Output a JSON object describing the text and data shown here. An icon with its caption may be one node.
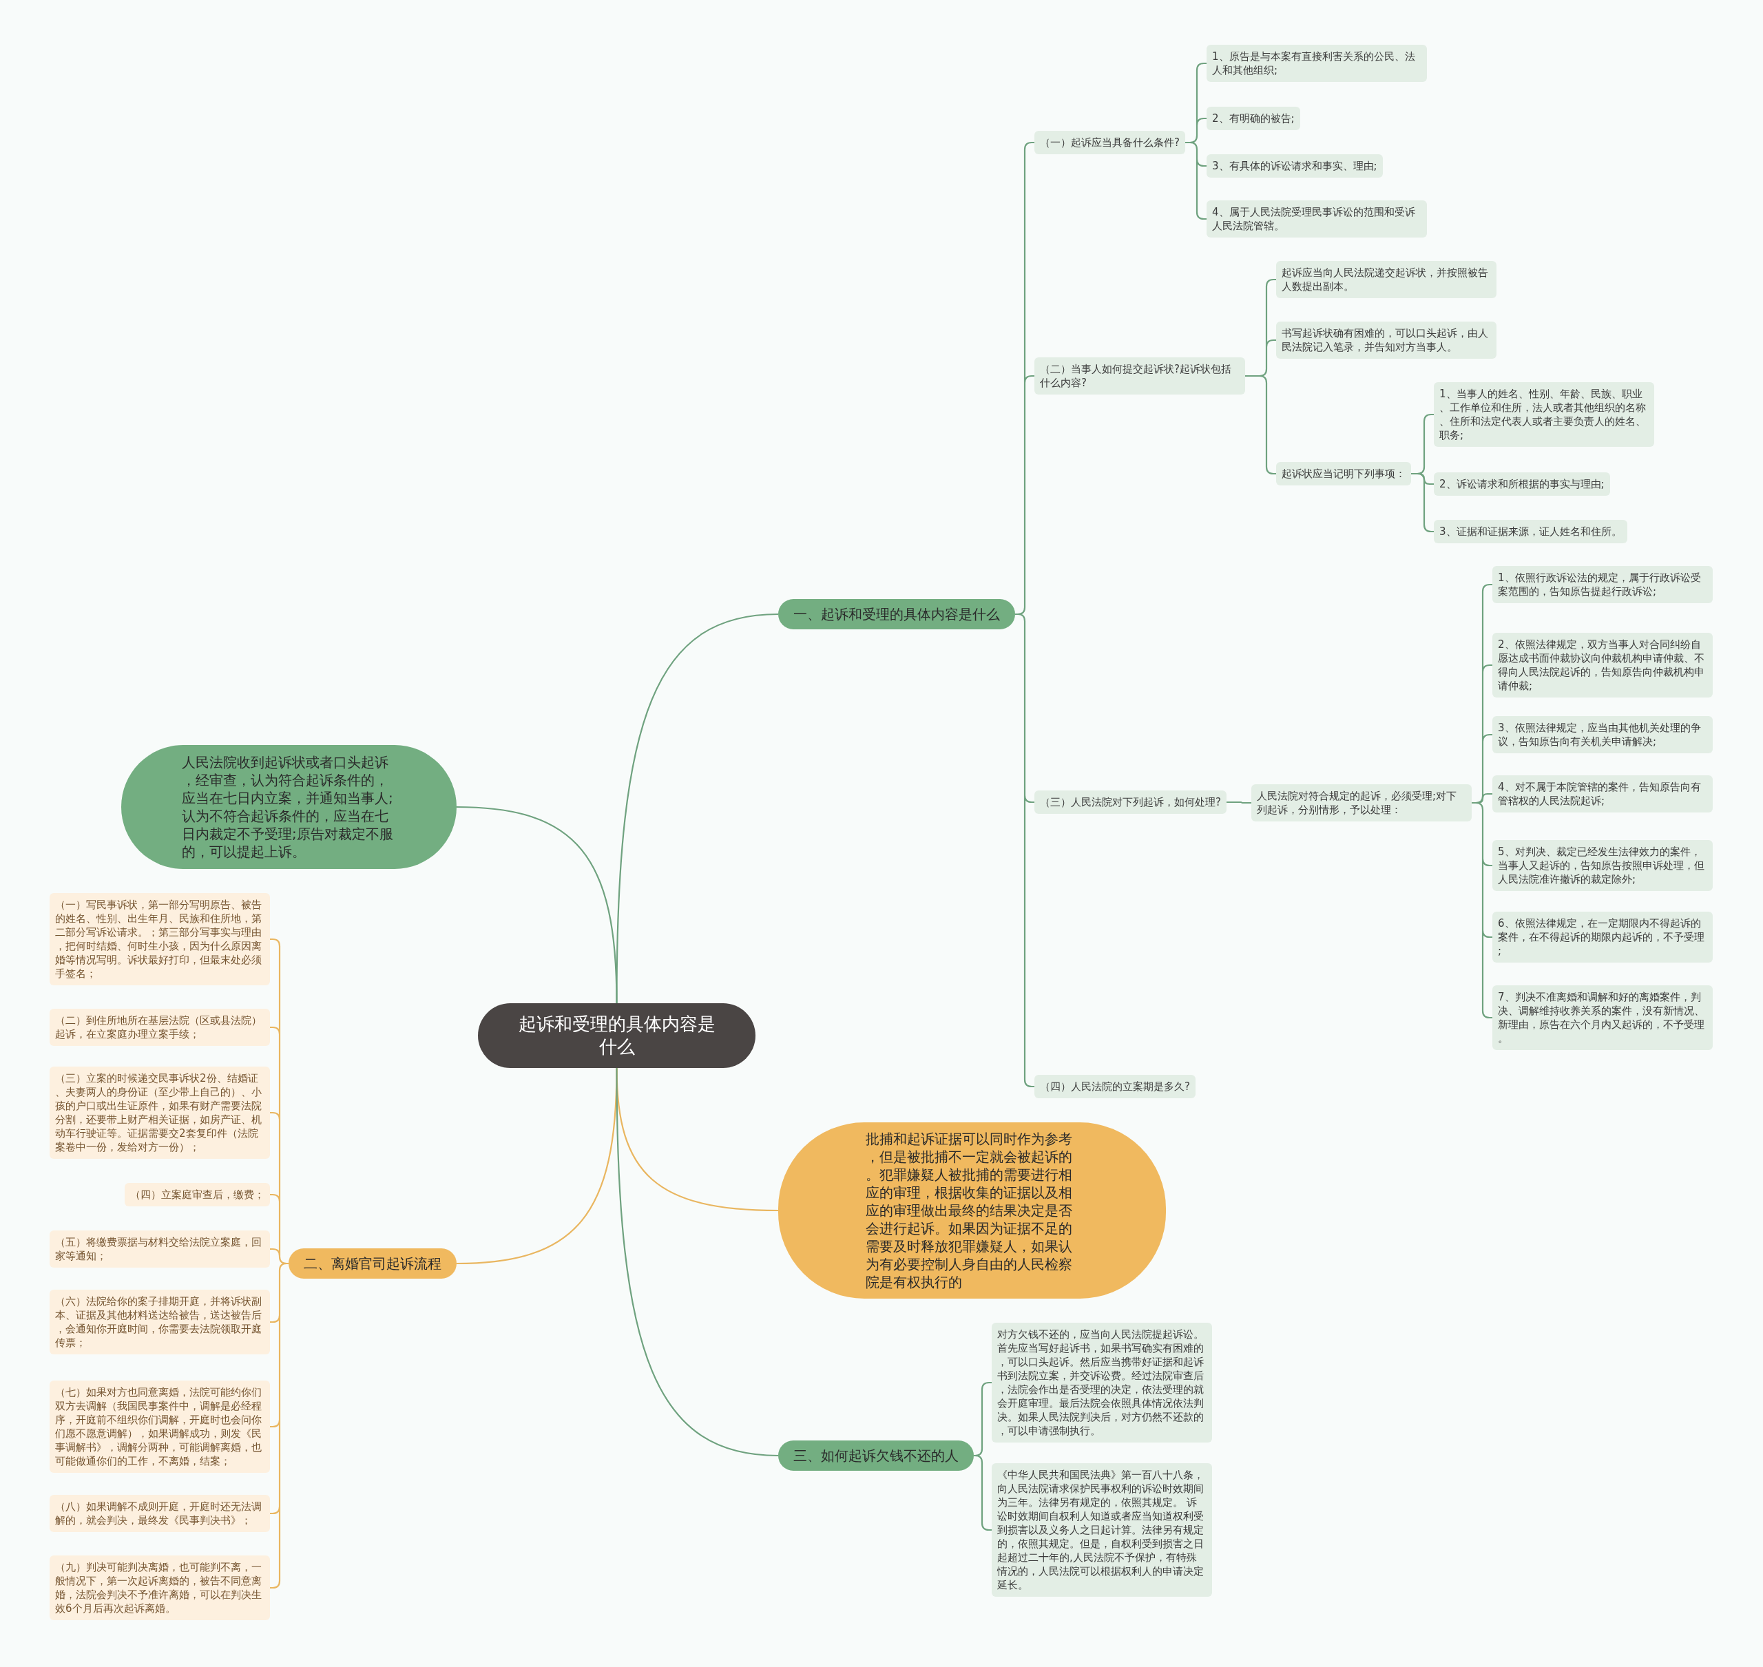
{
  "diagram": {
    "nodes": [
      {
        "text": [
          "起诉和受理的具体内容是什么"
        ]
      },
      {
        "text": [
          "一、起诉和受理的具体内容是什么"
        ]
      },
      {
        "text": [
          "（一）起诉应当具备什么条件?"
        ]
      },
      {
        "text": [
          "1、原告是与本案有直接利害关系的公民、法人和其他组织;"
        ]
      },
      {
        "text": [
          "2、有明确的被告;"
        ]
      },
      {
        "text": [
          "3、有具体的诉讼请求和事实、理由;"
        ]
      },
      {
        "text": [
          "4、属于人民法院受理民事诉讼的范围和受诉人民法院管辖。"
        ]
      },
      {
        "text": [
          "（二）当事人如何提交起诉状?起诉状包括什么内容?"
        ]
      },
      {
        "text": [
          "起诉应当向人民法院递交起诉状，并按照被告人数提出副本。"
        ]
      },
      {
        "text": [
          "书写起诉状确有困难的，可以口头起诉，由人民法院记入笔录，并告知对方当事人。"
        ]
      },
      {
        "text": [
          "起诉状应当记明下列事项："
        ]
      },
      {
        "text": [
          "1、当事人的姓名、性别、年龄、民族、职业、工作单位和住所，法人或者其他组织的名称、住所和法定代表人或者主要负责人的姓名、职务;"
        ]
      },
      {
        "text": [
          "2、诉讼请求和所根据的事实与理由;"
        ]
      },
      {
        "text": [
          "3、证据和证据来源，证人姓名和住所。"
        ]
      },
      {
        "text": [
          "（三）人民法院对下列起诉，如何处理?"
        ]
      },
      {
        "text": [
          "人民法院对符合规定的起诉，必须受理;对下列起诉，分别情形，予以处理："
        ]
      },
      {
        "text": [
          "1、依照行政诉讼法的规定，属于行政诉讼受案范围的，告知原告提起行政诉讼;"
        ]
      },
      {
        "text": [
          "2、依照法律规定，双方当事人对合同纠纷自愿达成书面仲裁协议向仲裁机构申请仲裁、不得向人民法院起诉的，告知原告向仲裁机构申请仲裁;"
        ]
      },
      {
        "text": [
          "3、依照法律规定，应当由其他机关处理的争议，告知原告向有关机关申请解决;"
        ]
      },
      {
        "text": [
          "4、对不属于本院管辖的案件，告知原告向有管辖权的人民法院起诉;"
        ]
      },
      {
        "text": [
          "5、对判决、裁定已经发生法律效力的案件，当事人又起诉的，告知原告按照申诉处理，但人民法院准许撤诉的裁定除外;"
        ]
      },
      {
        "text": [
          "6、依照法律规定，在一定期限内不得起诉的案件，在不得起诉的期限内起诉的，不予受理;"
        ]
      },
      {
        "text": [
          "7、判决不准离婚和调解和好的离婚案件，判决、调解维持收养关系的案件，没有新情况、新理由，原告在六个月内又起诉的，不予受理。"
        ]
      },
      {
        "text": [
          "（四）人民法院的立案期是多久?"
        ]
      },
      {
        "text": [
          "人民法院收到起诉状或者口头起诉，经审查，认为符合起诉条件的，应当在七日内立案，并通知当事人;认为不符合起诉条件的，应当在七日内裁定不予受理;原告对裁定不服的，可以提起上诉。"
        ]
      },
      {
        "text": [
          "二、离婚官司起诉流程"
        ]
      },
      {
        "text": [
          "（一）写民事诉状，第一部分写明原告、被告的姓名、性别、出生年月、民族和住所地，第二部分写诉讼请求。；第三部分写事实与理由，把何时结婚、何时生小孩，因为什么原因离婚等情况写明。诉状最好打印，但最末处必须手签名；"
        ]
      },
      {
        "text": [
          "（二）到住所地所在基层法院（区或县法院）起诉，在立案庭办理立案手续；"
        ]
      },
      {
        "text": [
          "（三）立案的时候递交民事诉状2份、结婚证、夫妻两人的身份证（至少带上自己的）、小孩的户口或出生证原件，如果有财产需要法院分割，还要带上财产相关证据，如房产证、机动车行驶证等。证据需要交2套复印件（法院案卷中一份，发给对方一份）；"
        ]
      },
      {
        "text": [
          "（四）立案庭审查后，缴费；"
        ]
      },
      {
        "text": [
          "（五）将缴费票据与材料交给法院立案庭，回家等通知；"
        ]
      },
      {
        "text": [
          "（六）法院给你的案子排期开庭，并将诉状副本、证据及其他材料送达给被告，送达被告后，会通知你开庭时间，你需要去法院领取开庭传票；"
        ]
      },
      {
        "text": [
          "（七）如果对方也同意离婚，法院可能约你们双方去调解（我国民事案件中，调解是必经程序，开庭前不组织你们调解，开庭时也会问你们愿不愿意调解），如果调解成功，则发《民事调解书》，调解分两种，可能调解离婚，也可能做通你们的工作，不离婚，结案；"
        ]
      },
      {
        "text": [
          "（八）如果调解不成则开庭，开庭时还无法调解的，就会判决，最终发《民事判决书》；"
        ]
      },
      {
        "text": [
          "（九）判决可能判决离婚，也可能判不离，一般情况下，第一次起诉离婚的，被告不同意离婚，法院会判决不予准许离婚，可以在判决生效6个月后再次起诉离婚。"
        ]
      },
      {
        "text": [
          "批捕和起诉证据可以同时作为参考，但是被批捕不一定就会被起诉的。犯罪嫌疑人被批捕的需要进行相应的审理，根据收集的证据以及相应的审理做出最终的结果决定是否会进行起诉。如果因为证据不足的需要及时释放犯罪嫌疑人，如果认为有必要控制人身自由的人民检察院是有权执行的"
        ]
      },
      {
        "text": [
          "三、如何起诉欠钱不还的人"
        ]
      },
      {
        "text": [
          "对方欠钱不还的，应当向人民法院提起诉讼。首先应当写好起诉书，如果书写确实有困难的，可以口头起诉。然后应当携带好证据和起诉书到法院立案，并交诉讼费。经过法院审查后，法院会作出是否受理的决定，依法受理的就会开庭审理。最后法院会依照具体情况依法判决。如果人民法院判决后，对方仍然不还款的，可以申请强制执行。"
        ]
      },
      {
        "text": [
          "《中华人民共和国民法典》第一百八十八条，向人民法院请求保护民事权利的诉讼时效期间为三年。法律另有规定的，依照其规定。 诉讼时效期间自权利人知道或者应当知道权利受到损害以及义务人之日起计算。法律另有规定的，依照其规定。但是，自权利受到损害之日起超过二十年的,人民法院不予保护，有特殊情况的，人民法院可以根据权利人的申请决定延长。"
        ]
      }
    ],
    "edges": [
      {
        "from": 0,
        "to": 1,
        "arrow": "none"
      },
      {
        "from": 1,
        "to": 2,
        "arrow": "none"
      },
      {
        "from": 2,
        "to": 3,
        "arrow": "none"
      },
      {
        "from": 2,
        "to": 4,
        "arrow": "none"
      },
      {
        "from": 2,
        "to": 5,
        "arrow": "none"
      },
      {
        "from": 2,
        "to": 6,
        "arrow": "none"
      },
      {
        "from": 1,
        "to": 7,
        "arrow": "none"
      },
      {
        "from": 7,
        "to": 8,
        "arrow": "none"
      },
      {
        "from": 7,
        "to": 9,
        "arrow": "none"
      },
      {
        "from": 7,
        "to": 10,
        "arrow": "none"
      },
      {
        "from": 10,
        "to": 11,
        "arrow": "none"
      },
      {
        "from": 10,
        "to": 12,
        "arrow": "none"
      },
      {
        "from": 10,
        "to": 13,
        "arrow": "none"
      },
      {
        "from": 1,
        "to": 14,
        "arrow": "none"
      },
      {
        "from": 14,
        "to": 15,
        "arrow": "none"
      },
      {
        "from": 15,
        "to": 16,
        "arrow": "none"
      },
      {
        "from": 15,
        "to": 17,
        "arrow": "none"
      },
      {
        "from": 15,
        "to": 18,
        "arrow": "none"
      },
      {
        "from": 15,
        "to": 19,
        "arrow": "none"
      },
      {
        "from": 15,
        "to": 20,
        "arrow": "none"
      },
      {
        "from": 15,
        "to": 21,
        "arrow": "none"
      },
      {
        "from": 15,
        "to": 22,
        "arrow": "none"
      },
      {
        "from": 1,
        "to": 23,
        "arrow": "none"
      },
      {
        "from": 0,
        "to": 24,
        "arrow": "none"
      },
      {
        "from": 0,
        "to": 25,
        "arrow": "none",
        "color": "#e9b660"
      },
      {
        "from": 25,
        "to": 26,
        "arrow": "none",
        "color": "#e9b660"
      },
      {
        "from": 25,
        "to": 27,
        "arrow": "none",
        "color": "#e9b660"
      },
      {
        "from": 25,
        "to": 28,
        "arrow": "none",
        "color": "#e9b660"
      },
      {
        "from": 25,
        "to": 29,
        "arrow": "none",
        "color": "#e9b660"
      },
      {
        "from": 25,
        "to": 30,
        "arrow": "none",
        "color": "#e9b660"
      },
      {
        "from": 25,
        "to": 31,
        "arrow": "none",
        "color": "#e9b660"
      },
      {
        "from": 25,
        "to": 32,
        "arrow": "none",
        "color": "#e9b660"
      },
      {
        "from": 25,
        "to": 33,
        "arrow": "none",
        "color": "#e9b660"
      },
      {
        "from": 25,
        "to": 34,
        "arrow": "none",
        "color": "#e9b660"
      },
      {
        "from": 0,
        "to": 35,
        "arrow": "none",
        "color": "#e9b660"
      },
      {
        "from": 0,
        "to": 36,
        "arrow": "none"
      },
      {
        "from": 36,
        "to": 37,
        "arrow": "none"
      },
      {
        "from": 36,
        "to": 38,
        "arrow": "none"
      }
    ]
  }
}
